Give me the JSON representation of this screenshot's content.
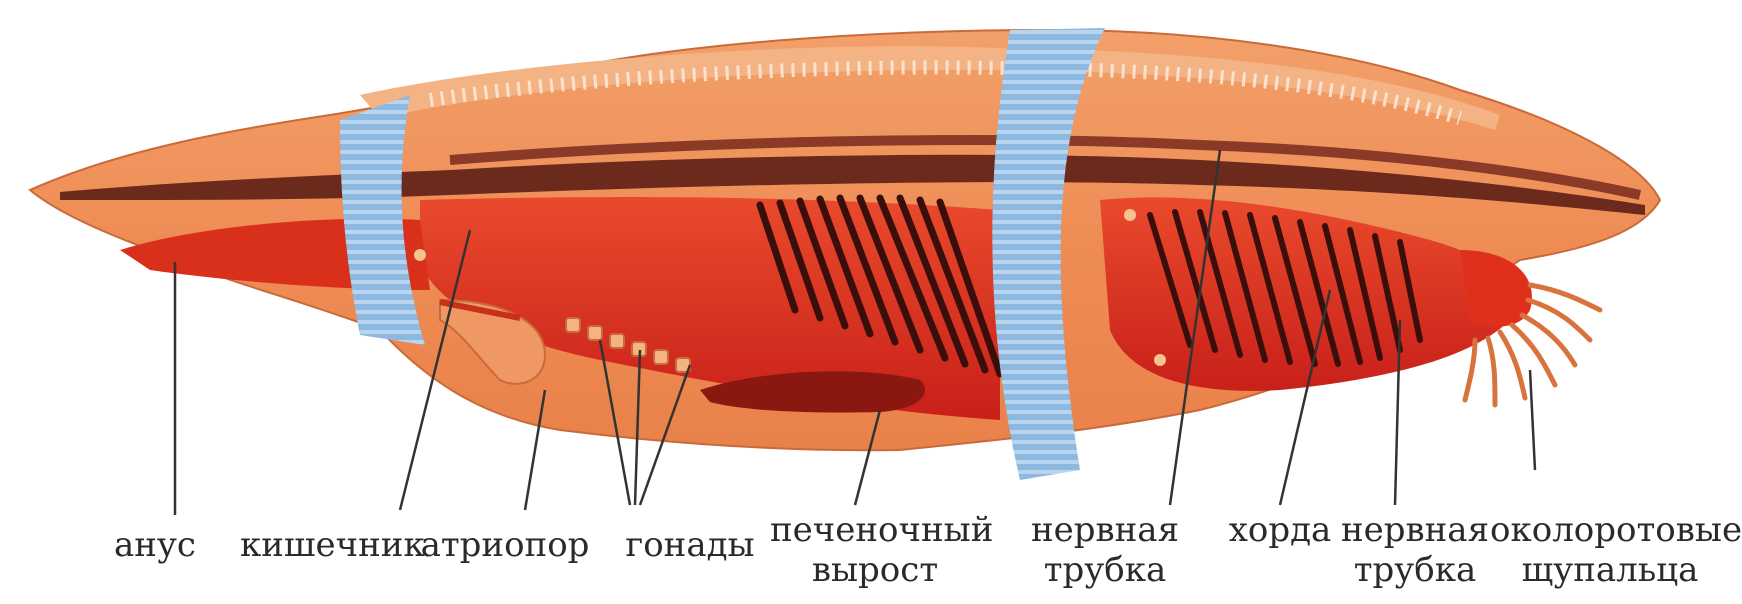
{
  "diagram": {
    "labels": [
      {
        "id": "anus",
        "lines": [
          "анус"
        ]
      },
      {
        "id": "intestine",
        "lines": [
          "кишечник"
        ]
      },
      {
        "id": "atriopore",
        "lines": [
          "атриопор"
        ]
      },
      {
        "id": "gonads",
        "lines": [
          "гонады"
        ]
      },
      {
        "id": "hepatic-outgrowth",
        "lines": [
          "печеночный",
          "вырост"
        ]
      },
      {
        "id": "nerve-tube-1",
        "lines": [
          "нервная",
          "трубка"
        ]
      },
      {
        "id": "notochord",
        "lines": [
          "хорда"
        ]
      },
      {
        "id": "nerve-tube-2",
        "lines": [
          "нервная",
          "трубка"
        ]
      },
      {
        "id": "oral-tentacles",
        "lines": [
          "околоротовые",
          "щупальца"
        ]
      }
    ],
    "colors": {
      "body_outer": "#f0935e",
      "body_light": "#f6b98c",
      "inner_red": "#e0301c",
      "dark_red": "#9a1a12",
      "notochord": "#6b2a1c",
      "gill": "#3a0e0a",
      "band": "#8db8e0",
      "band_stripe": "#b9d4ee",
      "leader": "#333333"
    }
  }
}
